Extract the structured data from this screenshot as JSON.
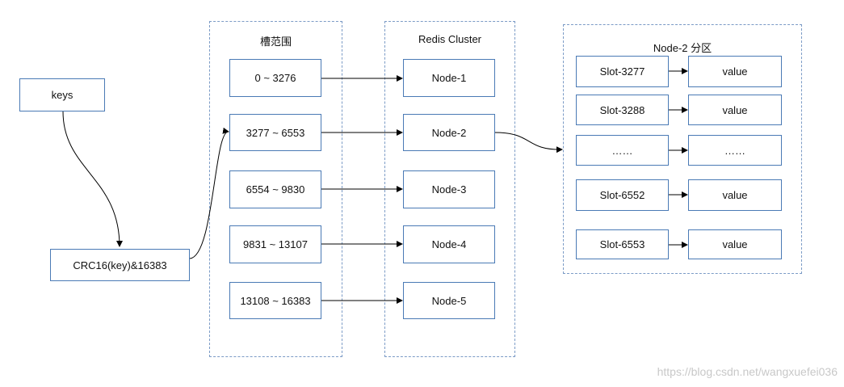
{
  "diagram": {
    "input": {
      "keys_label": "keys",
      "hash_label": "CRC16(key)&16383"
    },
    "slot_range_group": {
      "title": "槽范围",
      "ranges": [
        "0 ~ 3276",
        "3277 ~ 6553",
        "6554 ~ 9830",
        "9831 ~ 13107",
        "13108 ~ 16383"
      ]
    },
    "cluster_group": {
      "title": "Redis Cluster",
      "nodes": [
        "Node-1",
        "Node-2",
        "Node-3",
        "Node-4",
        "Node-5"
      ]
    },
    "partition_group": {
      "title": "Node-2  分区",
      "rows": [
        {
          "slot": "Slot-3277",
          "value": "value"
        },
        {
          "slot": "Slot-3288",
          "value": "value"
        },
        {
          "slot": "……",
          "value": "……"
        },
        {
          "slot": "Slot-6552",
          "value": "value"
        },
        {
          "slot": "Slot-6553",
          "value": "value"
        }
      ]
    },
    "colors": {
      "box_border": "#4a7ab5",
      "group_border": "#7b9bc6",
      "arrow": "#000000",
      "watermark": "#c8c8c8"
    }
  },
  "watermark": "https://blog.csdn.net/wangxuefei036"
}
